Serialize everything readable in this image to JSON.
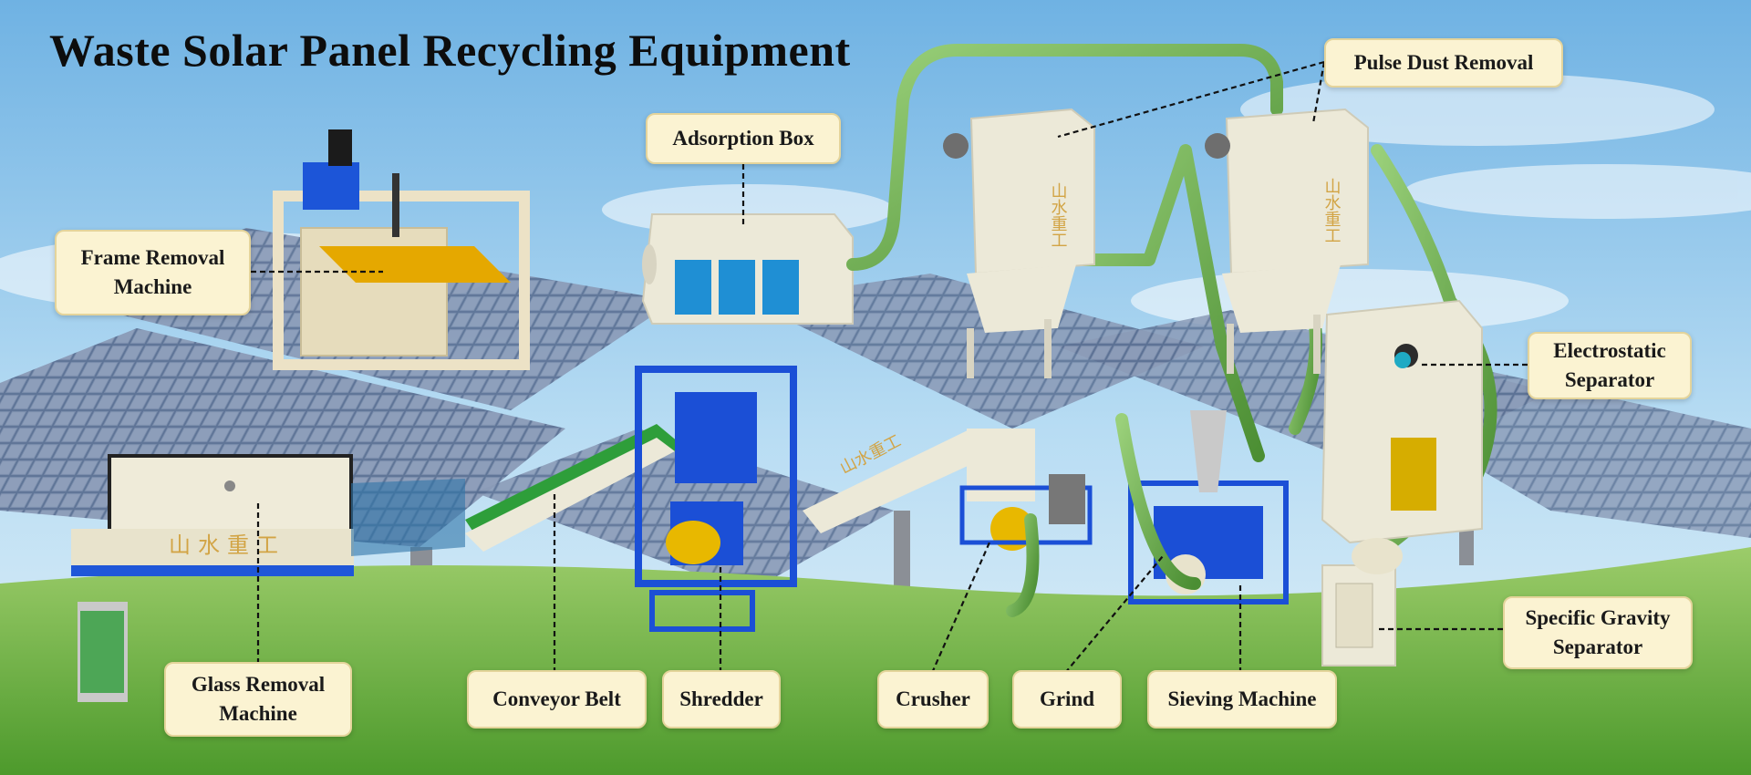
{
  "title": "Waste Solar Panel Recycling Equipment",
  "brand_cn": "山水重工",
  "labels": {
    "adsorption_box": "Adsorption Box",
    "pulse_dust_removal": "Pulse Dust Removal",
    "frame_removal": "Frame Removal Machine",
    "electrostatic_separator": "Electrostatic Separator",
    "specific_gravity_separator": "Specific Gravity Separator",
    "glass_removal": "Glass Removal Machine",
    "conveyor_belt": "Conveyor Belt",
    "shredder": "Shredder",
    "crusher": "Crusher",
    "grind": "Grind",
    "sieving_machine": "Sieving Machine"
  },
  "colors": {
    "sky_top": "#79b9e6",
    "sky_bottom": "#cfe8f7",
    "grass": "#5fa83a",
    "callout_bg": "#fbf3d2",
    "callout_border": "#e4d49b",
    "machine_blue": "#1b4fd6",
    "machine_cream": "#ece9d8",
    "belt_green": "#2e9e3a",
    "pipe_green": "#6fae52",
    "accent_yellow": "#e8b800",
    "solar_panel": "#566c8e"
  }
}
